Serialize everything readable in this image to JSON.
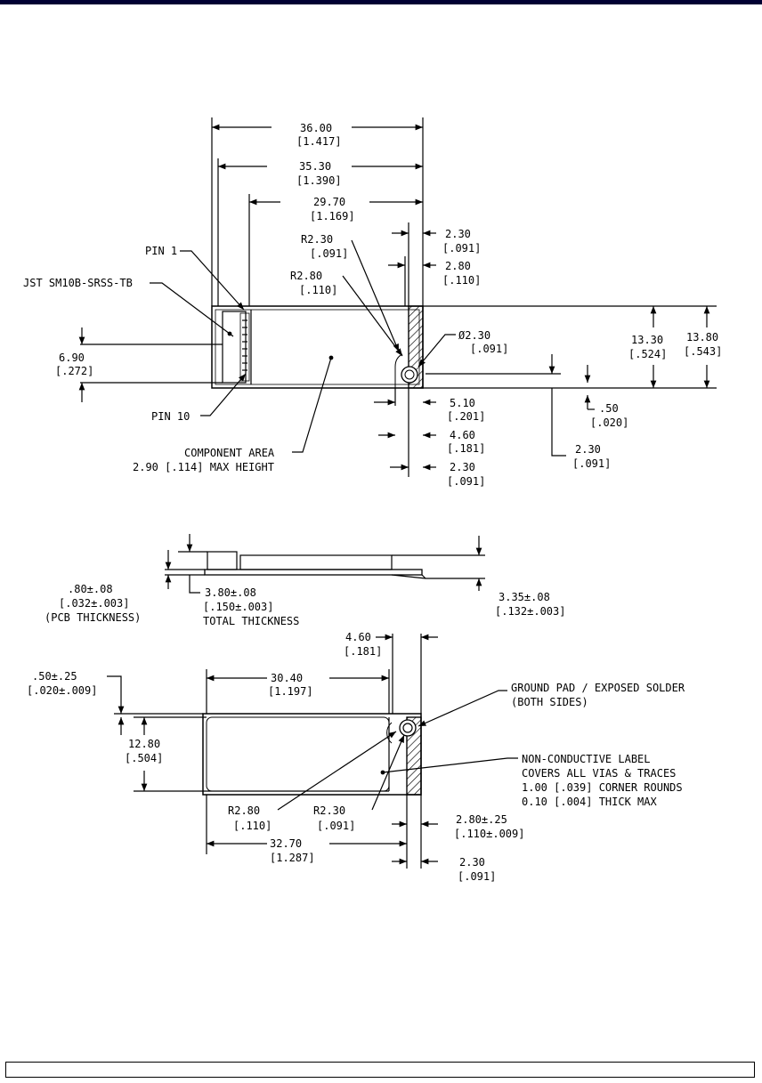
{
  "top_view": {
    "overall_length": "36.00",
    "overall_length_in": "[1.417]",
    "pcb_length": "35.30",
    "pcb_length_in": "[1.390]",
    "component_length": "29.70",
    "component_length_in": "[1.169]",
    "pin1": "PIN 1",
    "connector": "JST SM10B-SRSS-TB",
    "connector_height": "6.90",
    "connector_height_in": "[.272]",
    "pin10": "PIN 10",
    "component_area_1": "COMPONENT AREA",
    "component_area_2": "2.90 [.114] MAX HEIGHT",
    "r230": "R2.30",
    "r230_in": "[.091]",
    "r280": "R2.80",
    "r280_in": "[.110]",
    "d230": "2.30",
    "d230_in": "[.091]",
    "w230a": "2.30",
    "w230a_in": "[.091]",
    "w280": "2.80",
    "w280_in": "[.110]",
    "h1330": "13.30",
    "h1330_in": "[.524]",
    "h1380": "13.80",
    "h1380_in": "[.543]",
    "d510": "5.10",
    "d510_in": "[.201]",
    "d460": "4.60",
    "d460_in": "[.181]",
    "d230b": "2.30",
    "d230b_in": "[.091]",
    "d050": ".50",
    "d050_in": "[.020]",
    "d230c": "2.30",
    "d230c_in": "[.091]"
  },
  "side_view": {
    "pcb_thk": ".80±.08",
    "pcb_thk_in": "[.032±.003]",
    "pcb_thk_label": "(PCB THICKNESS)",
    "total_thk": "3.80±.08",
    "total_thk_in": "[.150±.003]",
    "total_thk_label": "TOTAL THICKNESS",
    "thk335": "3.35±.08",
    "thk335_in": "[.132±.003]"
  },
  "bottom_view": {
    "d460": "4.60",
    "d460_in": "[.181]",
    "margin": ".50±.25",
    "margin_in": "[.020±.009]",
    "pad_length": "30.40",
    "pad_length_in": "[1.197]",
    "ground_pad_1": "GROUND PAD / EXPOSED SOLDER",
    "ground_pad_2": "(BOTH SIDES)",
    "pad_height": "12.80",
    "pad_height_in": "[.504]",
    "label_1": "NON-CONDUCTIVE LABEL",
    "label_2": "COVERS ALL VIAS & TRACES",
    "label_3": "1.00 [.039] CORNER ROUNDS",
    "label_4": "0.10 [.004] THICK MAX",
    "r280": "R2.80",
    "r280_in": "[.110]",
    "r230": "R2.30",
    "r230_in": "[.091]",
    "d280": "2.80±.25",
    "d280_in": "[.110±.009]",
    "total": "32.70",
    "total_in": "[1.287]",
    "d230": "2.30",
    "d230_in": "[.091]"
  }
}
